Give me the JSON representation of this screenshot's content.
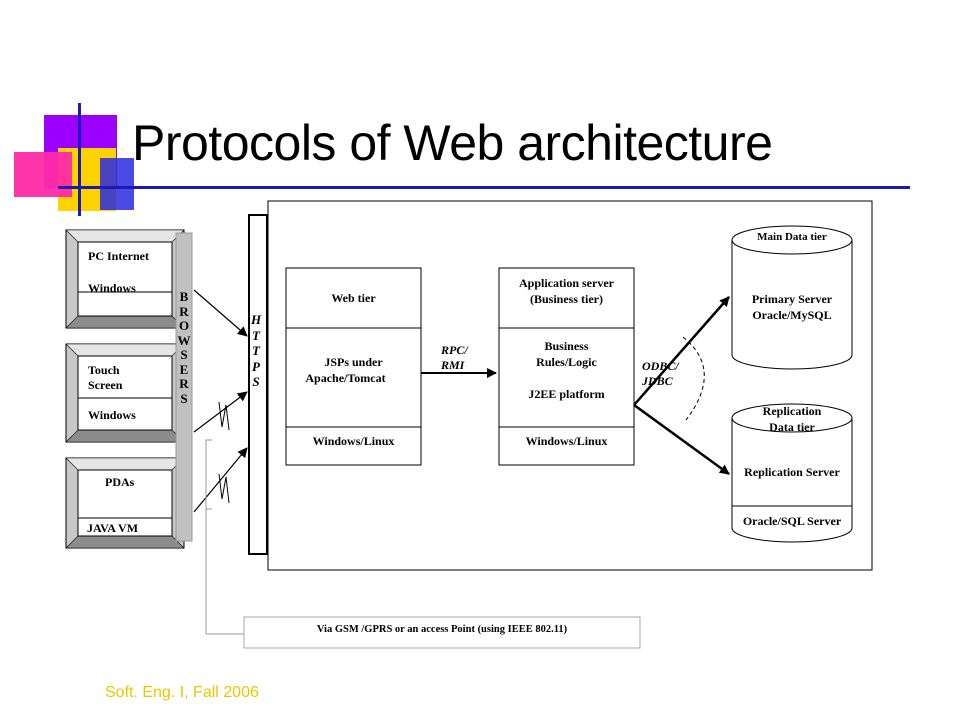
{
  "title": "Protocols of Web architecture",
  "footer": "Soft. Eng. I, Fall 2006",
  "clients": [
    {
      "line1": "PC Internet",
      "line2": "Windows"
    },
    {
      "line1": "Touch",
      "line1b": "Screen",
      "line2": "Windows"
    },
    {
      "line1": "PDAs",
      "line2": "JAVA VM"
    }
  ],
  "browsers": [
    "B",
    "R",
    "O",
    "W",
    "S",
    "E",
    "R",
    "S"
  ],
  "https": [
    "H",
    "T",
    "T",
    "P",
    "S"
  ],
  "web_tier": {
    "header": "Web tier",
    "body1": "JSPs under",
    "body2": "Apache/Tomcat",
    "footer": "Windows/Linux"
  },
  "rpc": {
    "line1": "RPC/",
    "line2": "RMI"
  },
  "app_server": {
    "header1": "Application server",
    "header2": "(Business tier)",
    "body1": "Business",
    "body2": "Rules/Logic",
    "body3": "J2EE platform",
    "footer": "Windows/Linux"
  },
  "odbc": {
    "line1": "ODBC/",
    "line2": "JDBC"
  },
  "main_db": {
    "title": "Main Data tier",
    "line1": "Primary Server",
    "line2": "Oracle/MySQL"
  },
  "replication_db": {
    "title1": "Replication",
    "title2": "Data tier",
    "line1": "Replication Server",
    "line2": "Oracle/SQL Server"
  },
  "wireless_note": "Via GSM /GPRS or an access Point (using IEEE 802.11)",
  "colors": {
    "title_line": "#1a1ab4",
    "purple": "#9b00ff",
    "magenta": "#ff2aa6",
    "yellow": "#ffd200",
    "blue": "#2a2ae0",
    "footer": "#e8c800"
  }
}
